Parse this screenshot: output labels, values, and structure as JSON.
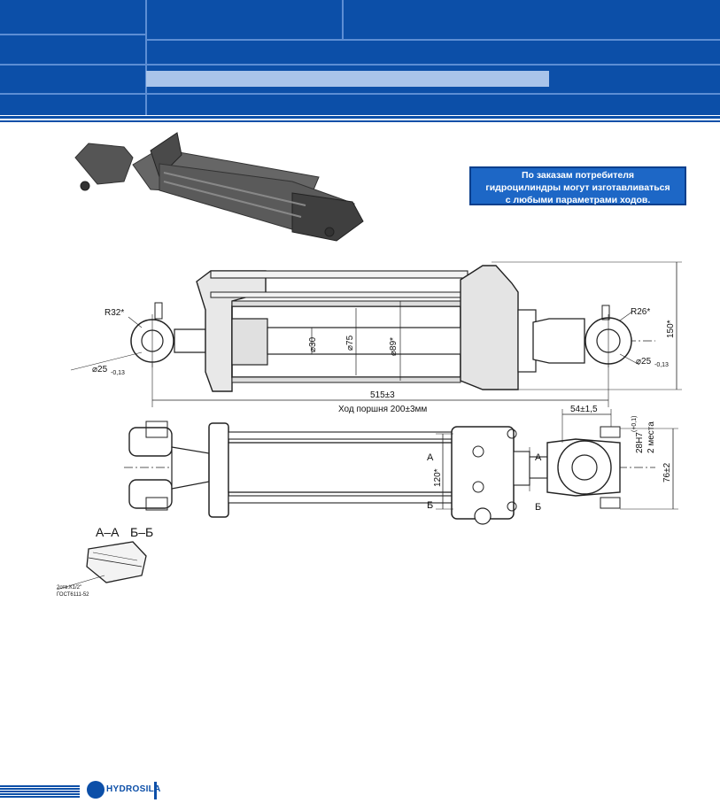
{
  "note": {
    "lines": [
      "По заказам потребителя",
      "гидроцилиндры могут изготавливаться",
      "с любыми параметрами ходов."
    ]
  },
  "dimensions": {
    "r32": "R32*",
    "r26": "R26*",
    "d25_left": "⌀25",
    "d25_left_tol": "-0,13",
    "d25_right": "⌀25",
    "d25_right_tol": "-0,13",
    "d30": "⌀30",
    "d75": "⌀75",
    "d89": "⌀89*",
    "h150": "150*",
    "len515": "515±3",
    "stroke": "Ход поршня 200±3мм",
    "w54": "54±1,5",
    "bore28": "28H7",
    "bore28_tol": "(+0,1)",
    "places2": "2 места",
    "h76": "76±2",
    "h120": "120*"
  },
  "sections": {
    "aa": "А–А",
    "bb": "Б–Б",
    "mark_a": "А",
    "mark_b": "Б",
    "thread": "2отв.К1/2\"",
    "gost": "ГОСТ6111-52"
  },
  "footer": {
    "brand": "HYDROSILA"
  }
}
